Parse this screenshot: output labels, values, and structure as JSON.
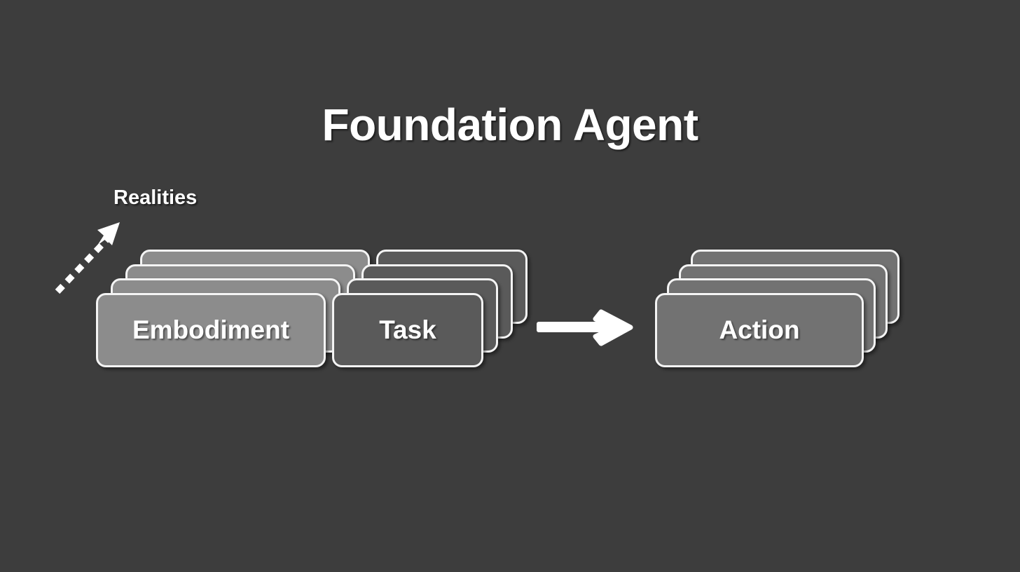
{
  "slide": {
    "title": "Foundation Agent",
    "background_color": "#3d3d3d",
    "text_color": "#ffffff"
  },
  "annotation": {
    "label": "Realities",
    "arrow_icon": "dashed-diagonal-arrow-up-right-icon"
  },
  "flow": {
    "arrow_icon": "arrow-right-icon",
    "arrow_color": "#ffffff"
  },
  "stacks": [
    {
      "id": "embodiment",
      "label": "Embodiment",
      "card_count": 4,
      "fill_color": "#8c8c8c",
      "border_color": "#f4f4f4"
    },
    {
      "id": "task",
      "label": "Task",
      "card_count": 4,
      "fill_color": "#5a5a5a",
      "border_color": "#f4f4f4"
    },
    {
      "id": "action",
      "label": "Action",
      "card_count": 4,
      "fill_color": "#727272",
      "border_color": "#f4f4f4"
    }
  ]
}
